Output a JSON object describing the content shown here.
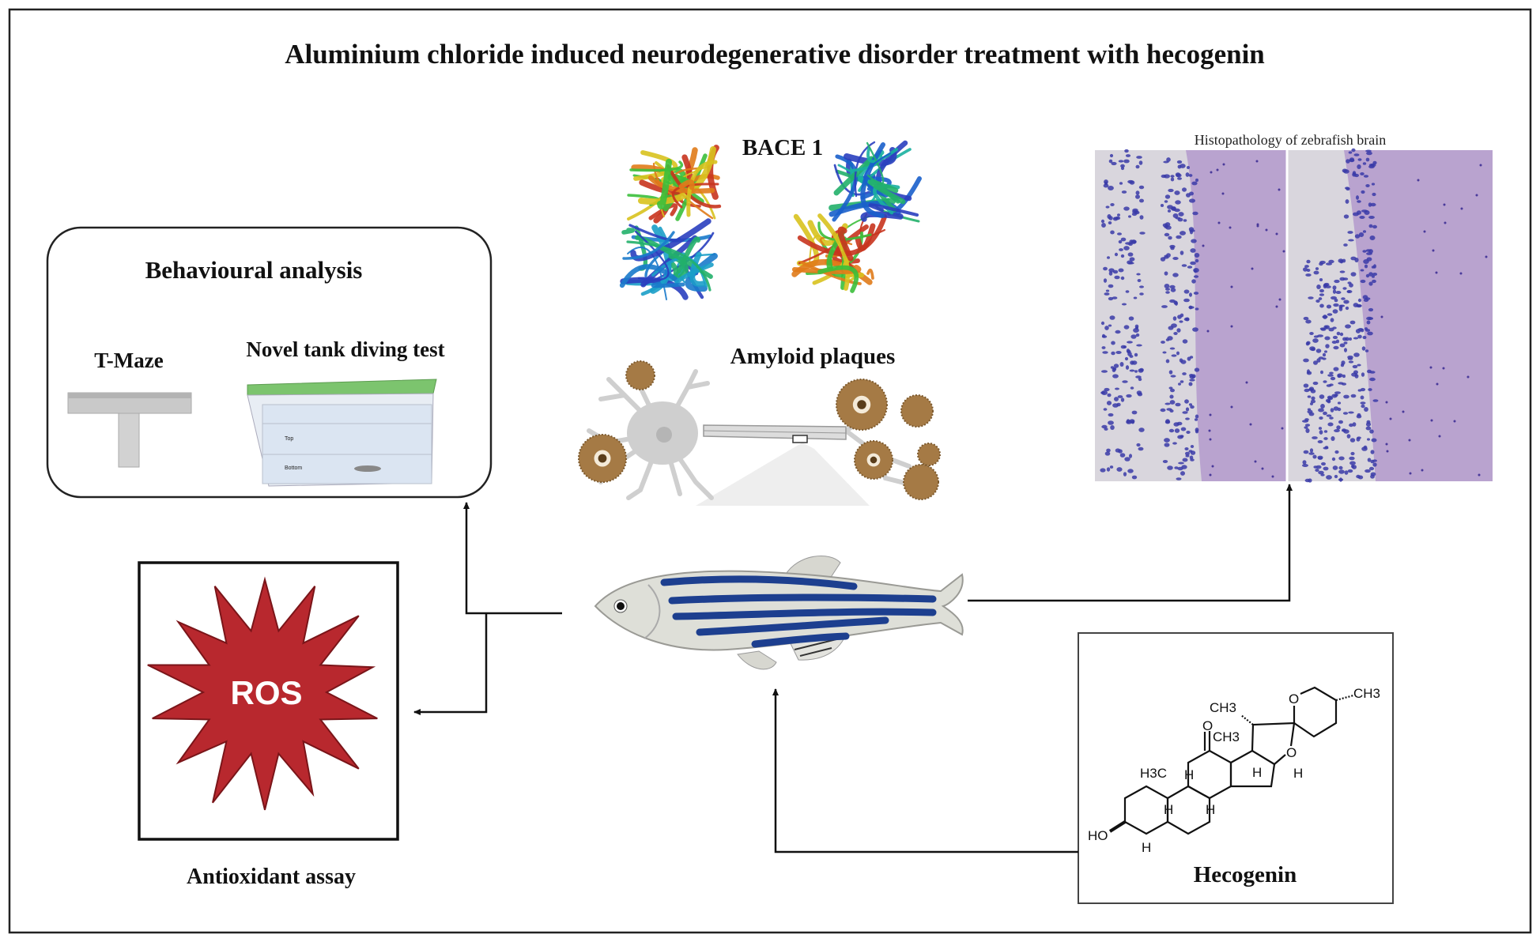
{
  "title": "Aluminium chloride induced neurodegenerative disorder treatment with hecogenin",
  "behavioural": {
    "heading": "Behavioural analysis",
    "tmaze_label": "T-Maze",
    "tank_label": "Novel tank diving test",
    "tank_zone_top": "Top",
    "tank_zone_bottom": "Bottom"
  },
  "bace": {
    "label": "BACE 1"
  },
  "amyloid": {
    "label": "Amyloid plaques"
  },
  "histopathology": {
    "label": "Histopathology of zebrafish brain"
  },
  "antioxidant": {
    "star_text": "ROS",
    "label": "Antioxidant assay",
    "star_color": "#b8282e"
  },
  "hecogenin": {
    "label": "Hecogenin",
    "atoms": {
      "ch3_right": "CH3",
      "ch3_top": "CH3",
      "ch3_mid": "CH3",
      "h3c": "H3C",
      "ho": "HO",
      "o_ring": "O",
      "o_ring2": "O",
      "o_keto": "O",
      "h": "H"
    }
  },
  "colors": {
    "fish_stripe": "#1d3f8f",
    "histo_bg": "#b9a3cf",
    "histo_nuclei": "#3a3ba8",
    "plaque": "#a57a45",
    "tank_lid": "#7cc46e"
  }
}
